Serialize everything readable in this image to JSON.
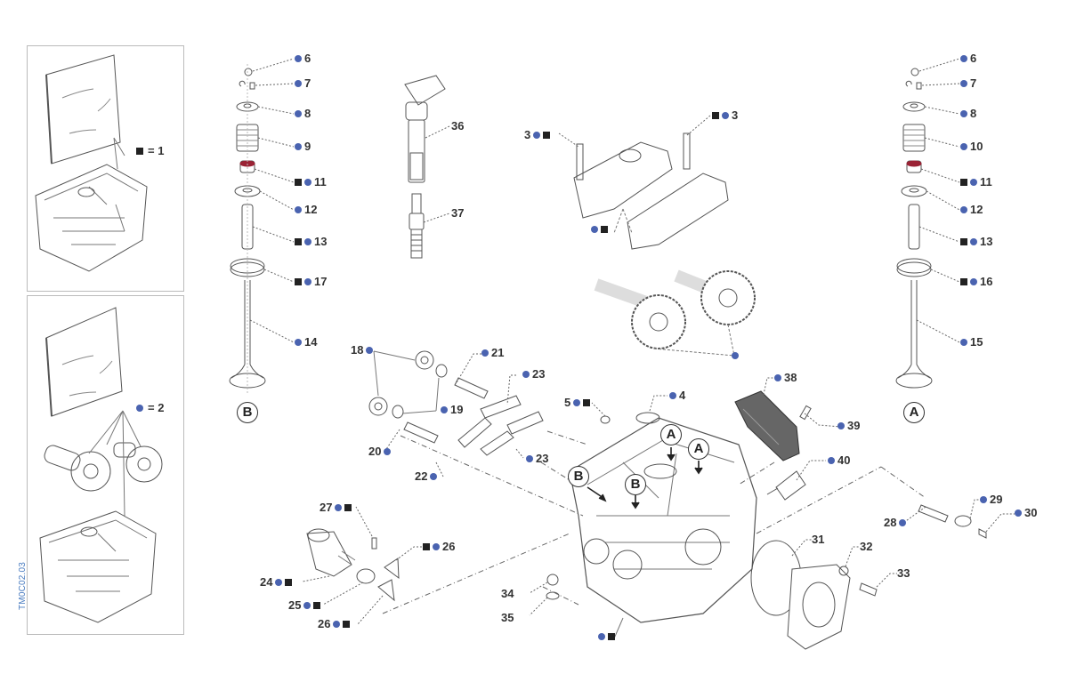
{
  "diagram": {
    "type": "exploded-parts-diagram",
    "subject": "Cylinder head assembly",
    "document_ref": "TM0C02.03",
    "colors": {
      "dot": "#4a63b0",
      "square": "#222222",
      "line": "#555555"
    },
    "legend_panels": [
      {
        "id": "kit-1",
        "markers": [
          "square"
        ],
        "text": "= 1"
      },
      {
        "id": "kit-2",
        "markers": [
          "dot"
        ],
        "text": "= 2"
      }
    ],
    "view_markers": [
      {
        "id": "valve-B",
        "text": "B"
      },
      {
        "id": "valve-A",
        "text": "A"
      },
      {
        "id": "head-A1",
        "text": "A"
      },
      {
        "id": "head-A2",
        "text": "A"
      },
      {
        "id": "head-B1",
        "text": "B"
      },
      {
        "id": "head-B2",
        "text": "B"
      }
    ],
    "callouts": [
      {
        "id": "l-6",
        "num": "6",
        "markers": [
          "dot"
        ]
      },
      {
        "id": "l-7",
        "num": "7",
        "markers": [
          "dot"
        ]
      },
      {
        "id": "l-8",
        "num": "8",
        "markers": [
          "dot"
        ]
      },
      {
        "id": "l-9",
        "num": "9",
        "markers": [
          "dot"
        ]
      },
      {
        "id": "l-11",
        "num": "11",
        "markers": [
          "square",
          "dot"
        ]
      },
      {
        "id": "l-12",
        "num": "12",
        "markers": [
          "dot"
        ]
      },
      {
        "id": "l-13",
        "num": "13",
        "markers": [
          "square",
          "dot"
        ]
      },
      {
        "id": "l-17",
        "num": "17",
        "markers": [
          "square",
          "dot"
        ]
      },
      {
        "id": "l-14",
        "num": "14",
        "markers": [
          "dot"
        ]
      },
      {
        "id": "r-6",
        "num": "6",
        "markers": [
          "dot"
        ]
      },
      {
        "id": "r-7",
        "num": "7",
        "markers": [
          "dot"
        ]
      },
      {
        "id": "r-8",
        "num": "8",
        "markers": [
          "dot"
        ]
      },
      {
        "id": "r-10",
        "num": "10",
        "markers": [
          "dot"
        ]
      },
      {
        "id": "r-11",
        "num": "11",
        "markers": [
          "square",
          "dot"
        ]
      },
      {
        "id": "r-12",
        "num": "12",
        "markers": [
          "dot"
        ]
      },
      {
        "id": "r-13",
        "num": "13",
        "markers": [
          "square",
          "dot"
        ]
      },
      {
        "id": "r-16",
        "num": "16",
        "markers": [
          "square",
          "dot"
        ]
      },
      {
        "id": "r-15",
        "num": "15",
        "markers": [
          "dot"
        ]
      },
      {
        "id": "c-36",
        "num": "36",
        "markers": []
      },
      {
        "id": "c-37",
        "num": "37",
        "markers": []
      },
      {
        "id": "c-3a",
        "num": "3",
        "markers": [
          "dot",
          "square"
        ],
        "num_first": true
      },
      {
        "id": "c-3b",
        "num": "3",
        "markers": [
          "square",
          "dot"
        ]
      },
      {
        "id": "c-caps",
        "num": "",
        "markers": [
          "dot",
          "square"
        ]
      },
      {
        "id": "c-cams",
        "num": "",
        "markers": [
          "dot"
        ]
      },
      {
        "id": "c-18",
        "num": "18",
        "markers": [
          "dot"
        ],
        "num_first": true
      },
      {
        "id": "c-21",
        "num": "21",
        "markers": [
          "dot"
        ]
      },
      {
        "id": "c-23a",
        "num": "23",
        "markers": [
          "dot"
        ]
      },
      {
        "id": "c-19",
        "num": "19",
        "markers": [
          "dot"
        ]
      },
      {
        "id": "c-20",
        "num": "20",
        "markers": [
          "dot"
        ],
        "num_first": true
      },
      {
        "id": "c-22",
        "num": "22",
        "markers": [
          "dot"
        ],
        "num_first": true
      },
      {
        "id": "c-23b",
        "num": "23",
        "markers": [
          "dot"
        ]
      },
      {
        "id": "c-5",
        "num": "5",
        "markers": [
          "dot",
          "square"
        ],
        "num_first": true
      },
      {
        "id": "c-4",
        "num": "4",
        "markers": [
          "dot"
        ]
      },
      {
        "id": "c-38",
        "num": "38",
        "markers": [
          "dot"
        ]
      },
      {
        "id": "c-39",
        "num": "39",
        "markers": [
          "dot"
        ]
      },
      {
        "id": "c-40",
        "num": "40",
        "markers": [
          "dot"
        ]
      },
      {
        "id": "c-27",
        "num": "27",
        "markers": [
          "dot",
          "square"
        ],
        "num_first": true
      },
      {
        "id": "c-26a",
        "num": "26",
        "markers": [
          "square",
          "dot"
        ]
      },
      {
        "id": "c-24",
        "num": "24",
        "markers": [
          "dot",
          "square"
        ],
        "num_first": true
      },
      {
        "id": "c-25",
        "num": "25",
        "markers": [
          "dot",
          "square"
        ],
        "num_first": true
      },
      {
        "id": "c-26b",
        "num": "26",
        "markers": [
          "dot",
          "square"
        ],
        "num_first": true
      },
      {
        "id": "c-34",
        "num": "34",
        "markers": [],
        "num_first": true
      },
      {
        "id": "c-35",
        "num": "35",
        "markers": [],
        "num_first": true
      },
      {
        "id": "c-head",
        "num": "",
        "markers": [
          "dot",
          "square"
        ]
      },
      {
        "id": "c-29",
        "num": "29",
        "markers": [
          "dot"
        ]
      },
      {
        "id": "c-30",
        "num": "30",
        "markers": [
          "dot"
        ]
      },
      {
        "id": "c-28",
        "num": "28",
        "markers": [
          "dot"
        ],
        "num_first": true
      },
      {
        "id": "c-31",
        "num": "31",
        "markers": []
      },
      {
        "id": "c-32",
        "num": "32",
        "markers": []
      },
      {
        "id": "c-33",
        "num": "33",
        "markers": []
      }
    ]
  }
}
